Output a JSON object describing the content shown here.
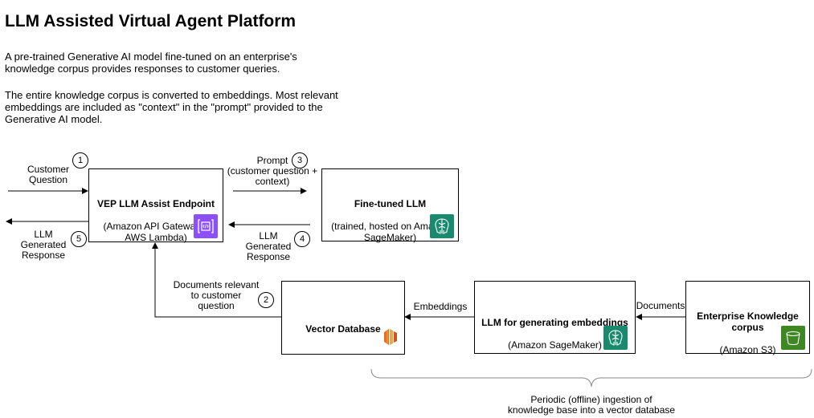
{
  "title": "LLM Assisted Virtual Agent Platform",
  "paragraphs": [
    "A pre-trained Generative AI model fine-tuned on an enterprise's\nknowledge corpus provides responses to customer queries.",
    "The entire knowledge corpus is converted to embeddings. Most relevant\nembeddings are included as \"context\" in the \"prompt\" provided to the\nGenerative AI model."
  ],
  "nodes": {
    "vep": {
      "title": "VEP LLM Assist Endpoint",
      "subtitle": "(Amazon API Gateway +\nAWS Lambda)",
      "icon": "api-gateway-icon"
    },
    "llm": {
      "title": "Fine-tuned LLM",
      "subtitle": "(trained, hosted on Amazon\nSageMaker)",
      "icon": "sagemaker-icon"
    },
    "vector": {
      "title": "Vector Database",
      "icon": "vector-db-icon"
    },
    "embed": {
      "title": "LLM for generating embeddings",
      "subtitle": "(Amazon SageMaker)",
      "icon": "sagemaker-icon"
    },
    "corpus": {
      "title": "Enterprise Knowledge\ncorpus",
      "subtitle": "(Amazon S3)",
      "icon": "s3-bucket-icon"
    }
  },
  "edges": {
    "customer_question": {
      "label": "Customer\nQuestion",
      "step": "1"
    },
    "documents_relevant": {
      "label": "Documents relevant\nto customer\nquestion",
      "step": "2"
    },
    "prompt": {
      "label": "Prompt\n(customer question +\ncontext)",
      "step": "3"
    },
    "llm_response": {
      "label": "LLM\nGenerated\nResponse",
      "step": "4"
    },
    "final_response": {
      "label": "LLM\nGenerated\nResponse",
      "step": "5"
    },
    "embeddings": {
      "label": "Embeddings"
    },
    "documents": {
      "label": "Documents"
    }
  },
  "brace_caption": "Periodic (offline) ingestion of\nknowledge base into a vector database",
  "colors": {
    "api_gateway": "#8c4fff",
    "sagemaker": "#1a8a6e",
    "vector_db": "#e8701a",
    "s3": "#3f8624"
  }
}
